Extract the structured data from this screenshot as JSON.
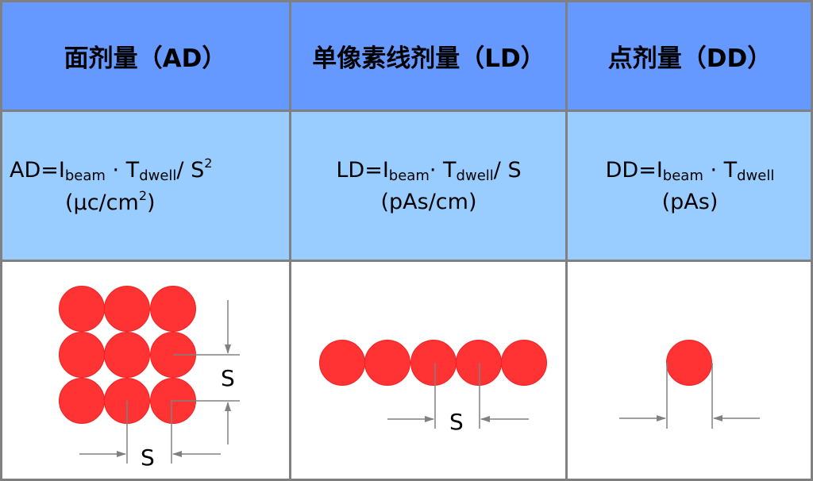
{
  "headers": [
    "面剂量（AD）",
    "单像素线剂量（LD）",
    "点剂量（DD）"
  ],
  "formulas": [
    {
      "lhs": "AD=I",
      "sub1": "beam",
      "mid": " · T",
      "sub2": "dwell",
      "rhs": "/ S",
      "sup": "2",
      "unit_pre": "(μc/cm",
      "unit_sup": "2",
      "unit_post": ")"
    },
    {
      "lhs": "LD=I",
      "sub1": "beam",
      "mid": "· T",
      "sub2": "dwell",
      "rhs": "/ S",
      "unit": "(pAs/cm)"
    },
    {
      "lhs": "DD=I",
      "sub1": "beam",
      "mid": " · T",
      "sub2": "dwell",
      "unit": "(pAs)"
    }
  ],
  "spacing_label": "S",
  "colors": {
    "header": "#6699ff",
    "formula_row": "#99ccff",
    "dot": "#ff3333",
    "border": "#808080"
  }
}
